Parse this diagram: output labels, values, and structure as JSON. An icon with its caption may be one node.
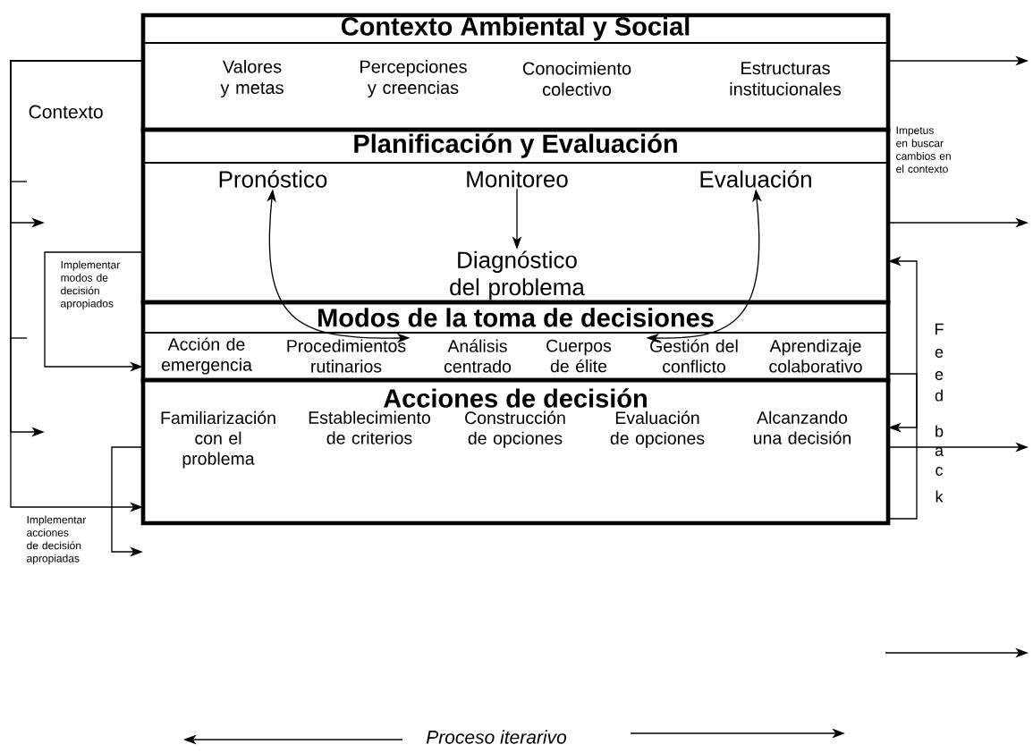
{
  "diagram": {
    "nodes": [
      {
        "text": [
          "Contexto Ambiental y Social"
        ]
      },
      {
        "text": [
          "Valores y metas"
        ],
        "in": 0
      },
      {
        "text": [
          "Percepciones y creencias"
        ],
        "in": 0
      },
      {
        "text": [
          "Conocimiento colectivo"
        ],
        "in": 0
      },
      {
        "text": [
          "Estructuras institucionales"
        ],
        "in": 0
      },
      {
        "text": [
          "Planificación y Evaluación"
        ]
      },
      {
        "text": [
          "Pronóstico"
        ],
        "in": 5
      },
      {
        "text": [
          "Monitoreo"
        ],
        "in": 5
      },
      {
        "text": [
          "Evaluación"
        ],
        "in": 5
      },
      {
        "text": [
          "Diagnóstico del problema"
        ],
        "in": 5
      },
      {
        "text": [
          "Modos de la toma de decisiones"
        ]
      },
      {
        "text": [
          "Acción de emergencia"
        ],
        "in": 10
      },
      {
        "text": [
          "Procedimientos rutinarios"
        ],
        "in": 10
      },
      {
        "text": [
          "Análisis centrado"
        ],
        "in": 10
      },
      {
        "text": [
          "Cuerpos de élite"
        ],
        "in": 10
      },
      {
        "text": [
          "Gestión del conflicto"
        ],
        "in": 10
      },
      {
        "text": [
          "Aprendizaje colaborativo"
        ],
        "in": 10
      },
      {
        "text": [
          "Acciones de decisión"
        ]
      },
      {
        "text": [
          "Familiarización con el problema"
        ],
        "in": 17
      },
      {
        "text": [
          "Establecimiento de criterios"
        ],
        "in": 17
      },
      {
        "text": [
          "Construcción de opciones"
        ],
        "in": 17
      },
      {
        "text": [
          "Evaluación de opciones"
        ],
        "in": 17
      },
      {
        "text": [
          "Alcanzando una decisión"
        ],
        "in": 17
      }
    ],
    "edges": [
      {
        "from": 7,
        "to": 9,
        "arrow": "to"
      },
      {
        "from": 6,
        "to": 12,
        "arrow": "both"
      },
      {
        "from": 8,
        "to": 15,
        "arrow": "both"
      },
      {
        "from": 0,
        "to": null,
        "arrow": "to"
      },
      {
        "from": 0,
        "to": null,
        "arrow": "to"
      },
      {
        "from": 0,
        "to": 17,
        "arrow": "to"
      },
      {
        "from": 5,
        "to": 10,
        "arrow": "to"
      },
      {
        "from": 17,
        "to": null,
        "arrow": "to"
      },
      {
        "from": 0,
        "to": null,
        "arrow": "to"
      },
      {
        "from": 5,
        "to": null,
        "arrow": "to"
      },
      {
        "from": 17,
        "to": null,
        "arrow": "to"
      },
      {
        "from": 17,
        "to": 5,
        "arrow": "to"
      },
      {
        "from": 10,
        "to": 17,
        "arrow": "to"
      }
    ],
    "labels": [
      "Contexto",
      "Impetus en buscar cambios en el contexto",
      "Implementar modos de decisión apropiados",
      "Implementar acciones de decisión apropiadas",
      "F",
      "e",
      "e",
      "d",
      "b",
      "a",
      "c",
      "k",
      "Proceso iterarivo"
    ]
  }
}
